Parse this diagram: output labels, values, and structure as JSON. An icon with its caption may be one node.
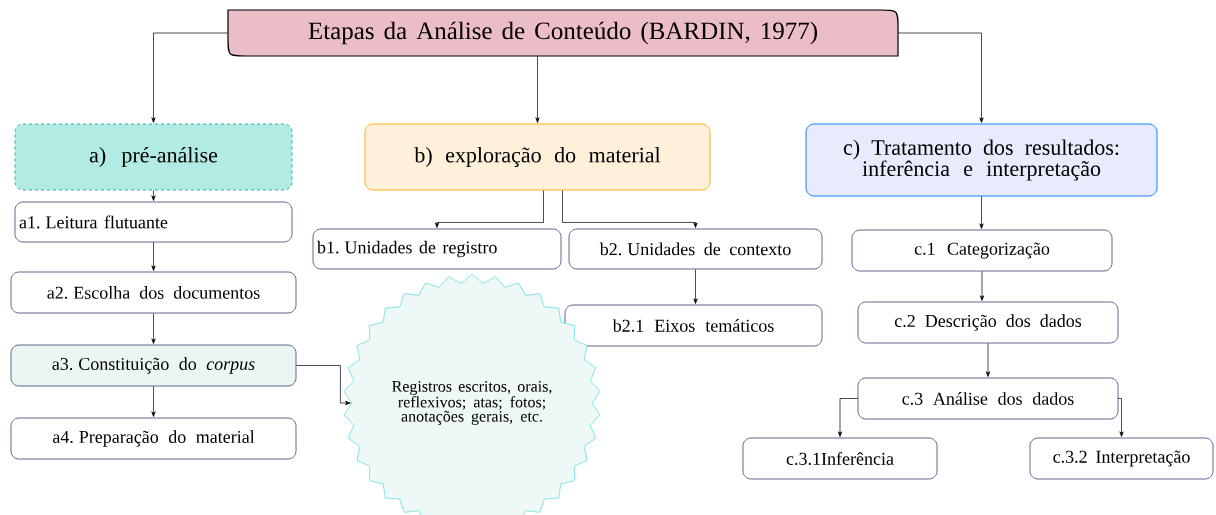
{
  "diagram": {
    "nodes": [
      {
        "text": [
          "Etapas da Análise de Conteúdo (BARDIN, 1977)"
        ]
      },
      {
        "text": [
          "a) pré-análise"
        ]
      },
      {
        "text": [
          "b) exploração do material"
        ]
      },
      {
        "text": [
          "c) Tratamento dos resultados: inferência e interpretação"
        ]
      },
      {
        "text": [
          "a1. Leitura flutuante"
        ]
      },
      {
        "text": [
          "b1. Unidades de registro"
        ]
      },
      {
        "text": [
          "b2. Unidades de contexto"
        ]
      },
      {
        "text": [
          "a2. Escolha dos documentos"
        ]
      },
      {
        "text": [
          "b2.1 Eixos temáticos"
        ]
      },
      {
        "text": [
          "c.1 Categorização"
        ]
      },
      {
        "text": [
          "a3. Constituição do *corpus*"
        ]
      },
      {
        "text": [
          "Registros escritos, orais, reflexivos; atas; fotos; anotações gerais, etc."
        ]
      },
      {
        "text": [
          "c.2 Descrição dos dados"
        ]
      },
      {
        "text": [
          "a4. Preparação do material"
        ]
      },
      {
        "text": [
          "c.3 Análise dos dados"
        ]
      },
      {
        "text": [
          "c.3.1Inferência"
        ]
      },
      {
        "text": [
          "c.3.2 Interpretação"
        ]
      }
    ],
    "edges": [
      {
        "from": 0,
        "to": 1,
        "arrow": "to"
      },
      {
        "from": 0,
        "to": 2,
        "arrow": "to"
      },
      {
        "from": 0,
        "to": 3,
        "arrow": "to"
      },
      {
        "from": 1,
        "to": 4,
        "arrow": "to"
      },
      {
        "from": 4,
        "to": 7,
        "arrow": "to"
      },
      {
        "from": 7,
        "to": 10,
        "arrow": "to"
      },
      {
        "from": 10,
        "to": 13,
        "arrow": "to"
      },
      {
        "from": 10,
        "to": 11,
        "arrow": "to"
      },
      {
        "from": 2,
        "to": 5,
        "arrow": "to"
      },
      {
        "from": 2,
        "to": 6,
        "arrow": "to"
      },
      {
        "from": 6,
        "to": 8,
        "arrow": "to"
      },
      {
        "from": 3,
        "to": 9,
        "arrow": "to"
      },
      {
        "from": 9,
        "to": 12,
        "arrow": "to"
      },
      {
        "from": 12,
        "to": 14,
        "arrow": "to"
      },
      {
        "from": 14,
        "to": 15,
        "arrow": "to"
      },
      {
        "from": 14,
        "to": 16,
        "arrow": "to"
      }
    ]
  }
}
